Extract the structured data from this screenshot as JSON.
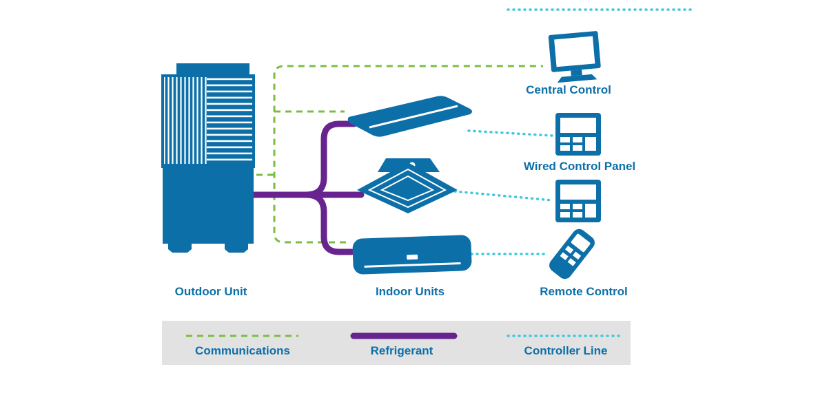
{
  "colors": {
    "device_blue": "#0d6fa8",
    "communications_green": "#79be43",
    "refrigerant_purple": "#67248f",
    "controller_cyan": "#3ec9db",
    "legend_bg": "#e2e2e2",
    "label_blue": "#0d6fa8"
  },
  "labels": {
    "outdoor_unit": "Outdoor Unit",
    "indoor_units": "Indoor Units",
    "central_control": "Central Control",
    "wired_control_panel": "Wired Control Panel",
    "remote_control": "Remote Control"
  },
  "legend": {
    "communications": "Communications",
    "refrigerant": "Refrigerant",
    "controller_line": "Controller Line"
  }
}
